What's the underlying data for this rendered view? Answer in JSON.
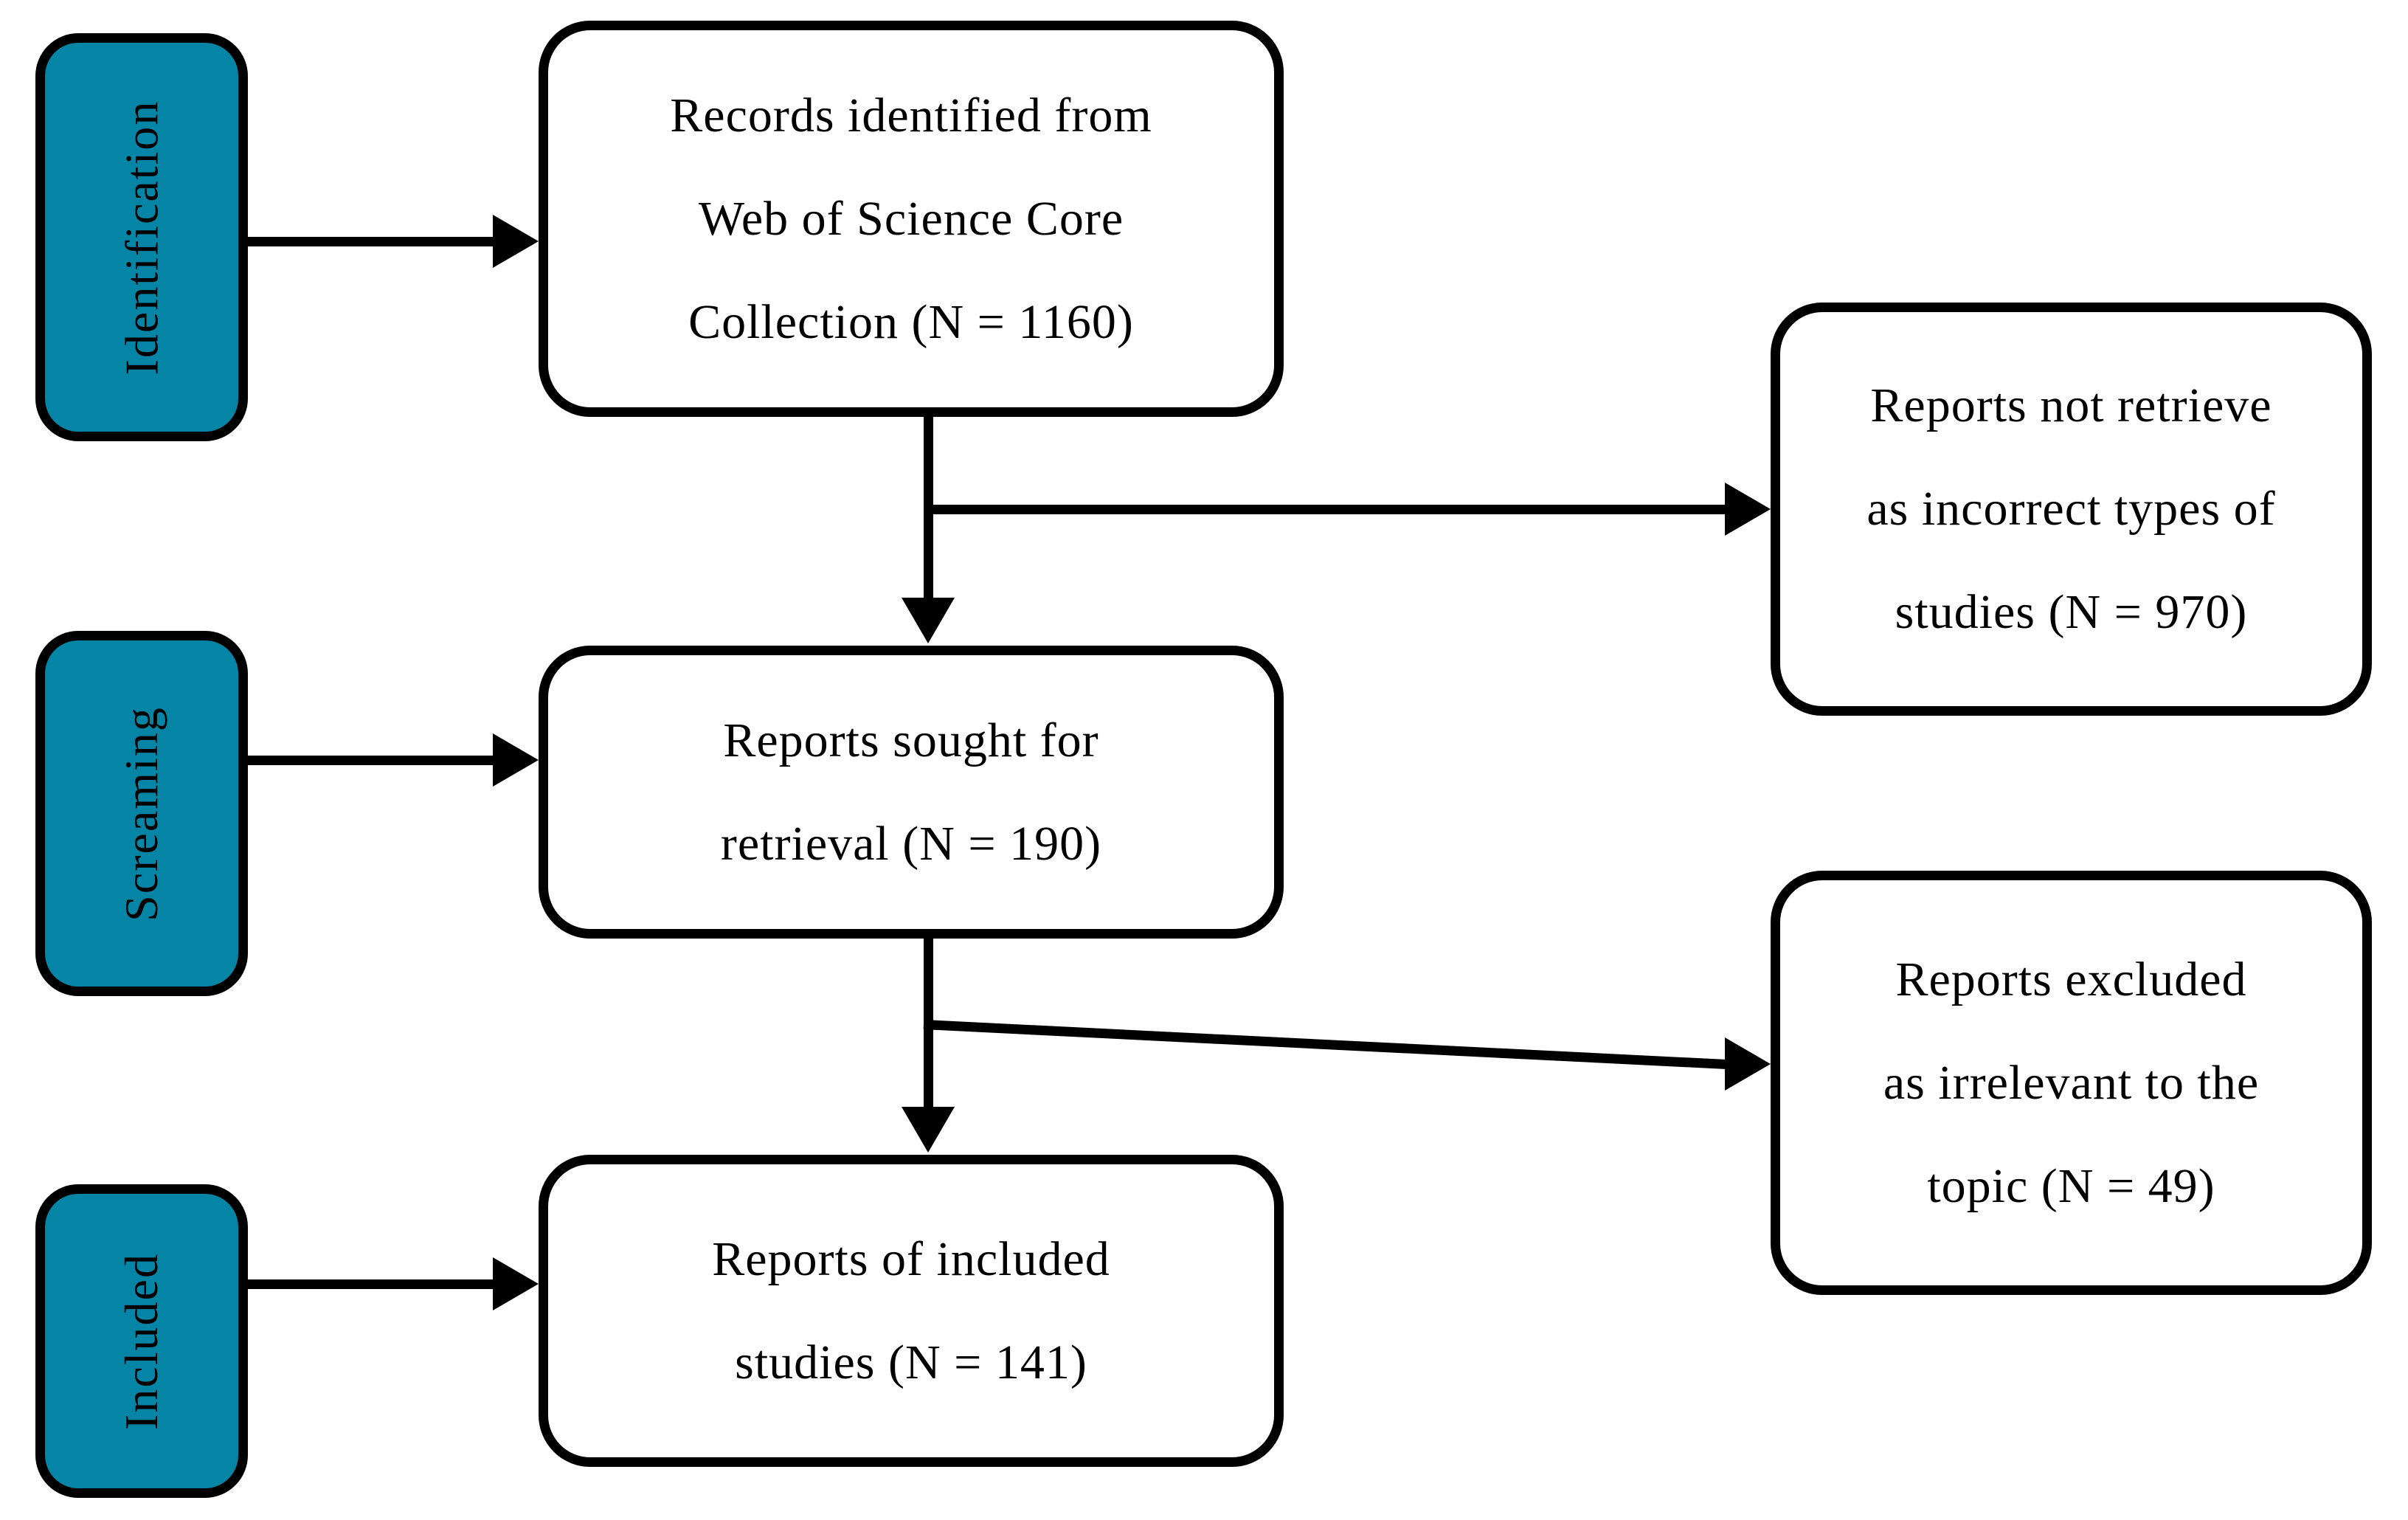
{
  "figure": {
    "type": "prisma-flow-diagram",
    "colors": {
      "stage_fill": "#0585A5",
      "stroke": "#000000",
      "box_fill": "#FFFFFF",
      "text": "#000000"
    },
    "stages": [
      {
        "label": "Identification"
      },
      {
        "label": "Screaming"
      },
      {
        "label": "Included"
      }
    ],
    "boxes": {
      "records": {
        "lines": [
          "Records identified from",
          "Web of Science Core",
          "Collection (N = 1160)"
        ],
        "count": 1160
      },
      "sought": {
        "lines": [
          "Reports sought for",
          "retrieval (N = 190)"
        ],
        "count": 190
      },
      "included": {
        "lines": [
          "Reports of included",
          "studies (N = 141)"
        ],
        "count": 141
      },
      "not_retrieved": {
        "lines": [
          "Reports not retrieve",
          "as incorrect types of",
          "studies (N = 970)"
        ],
        "count": 970
      },
      "excluded": {
        "lines": [
          "Reports excluded",
          "as irrelevant to the",
          "topic (N = 49)"
        ],
        "count": 49
      }
    }
  }
}
